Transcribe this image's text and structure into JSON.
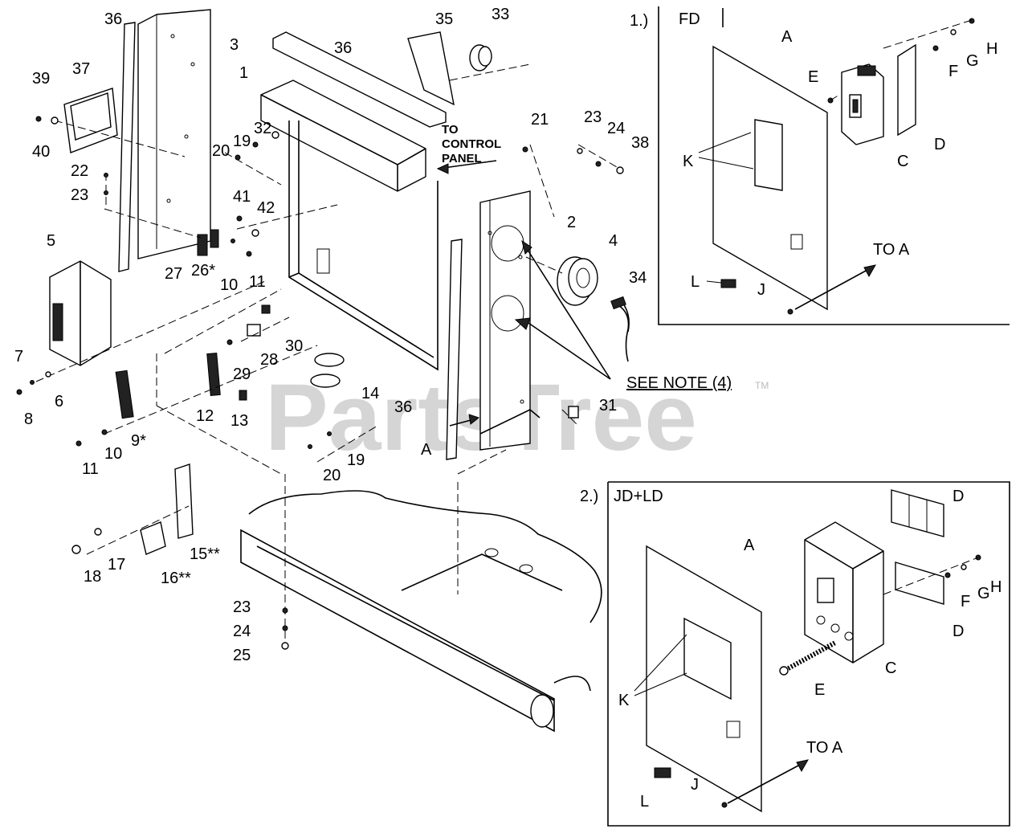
{
  "watermark": "PartsTree",
  "watermark_tm": "TM",
  "notes": {
    "to_control_panel": [
      "TO",
      "CONTROL",
      "PANEL"
    ],
    "see_note": "SEE NOTE (4)"
  },
  "main_labels": {
    "l36a": "36",
    "l3": "3",
    "l36b": "36",
    "l35": "35",
    "l33": "33",
    "l39": "39",
    "l37": "37",
    "l1": "1",
    "l40": "40",
    "l32": "32",
    "l19a": "19",
    "l20a": "20",
    "l21": "21",
    "l23a": "23",
    "l24a": "24",
    "l38": "38",
    "l22": "22",
    "l23b": "23",
    "l41": "41",
    "l42": "42",
    "l2": "2",
    "l5": "5",
    "l27": "27",
    "l26": "26*",
    "l10a": "10",
    "l11a": "11",
    "l4": "4",
    "l34": "34",
    "l30": "30",
    "l28": "28",
    "l29": "29",
    "l7": "7",
    "l6": "6",
    "l8": "8",
    "l14": "14",
    "l12": "12",
    "l13": "13",
    "l36c": "36",
    "l31": "31",
    "lA": "A",
    "l9": "9*",
    "l10b": "10",
    "l11b": "11",
    "l20b": "20",
    "l19b": "19",
    "l15": "15**",
    "l16": "16**",
    "l17": "17",
    "l18": "18",
    "l23c": "23",
    "l24b": "24",
    "l25": "25"
  },
  "inset_fd": {
    "number": "1.)",
    "title": "FD",
    "labels": {
      "A": "A",
      "E": "E",
      "C": "C",
      "D": "D",
      "F": "F",
      "G": "G",
      "H": "H",
      "K": "K",
      "L": "L",
      "J": "J",
      "to_a": "TO A"
    }
  },
  "inset_jd": {
    "number": "2.)",
    "title": "JD+LD",
    "labels": {
      "A": "A",
      "D1": "D",
      "D2": "D",
      "F": "F",
      "G": "G",
      "H": "H",
      "C": "C",
      "E": "E",
      "K": "K",
      "L": "L",
      "J": "J",
      "to_a": "TO A"
    }
  }
}
